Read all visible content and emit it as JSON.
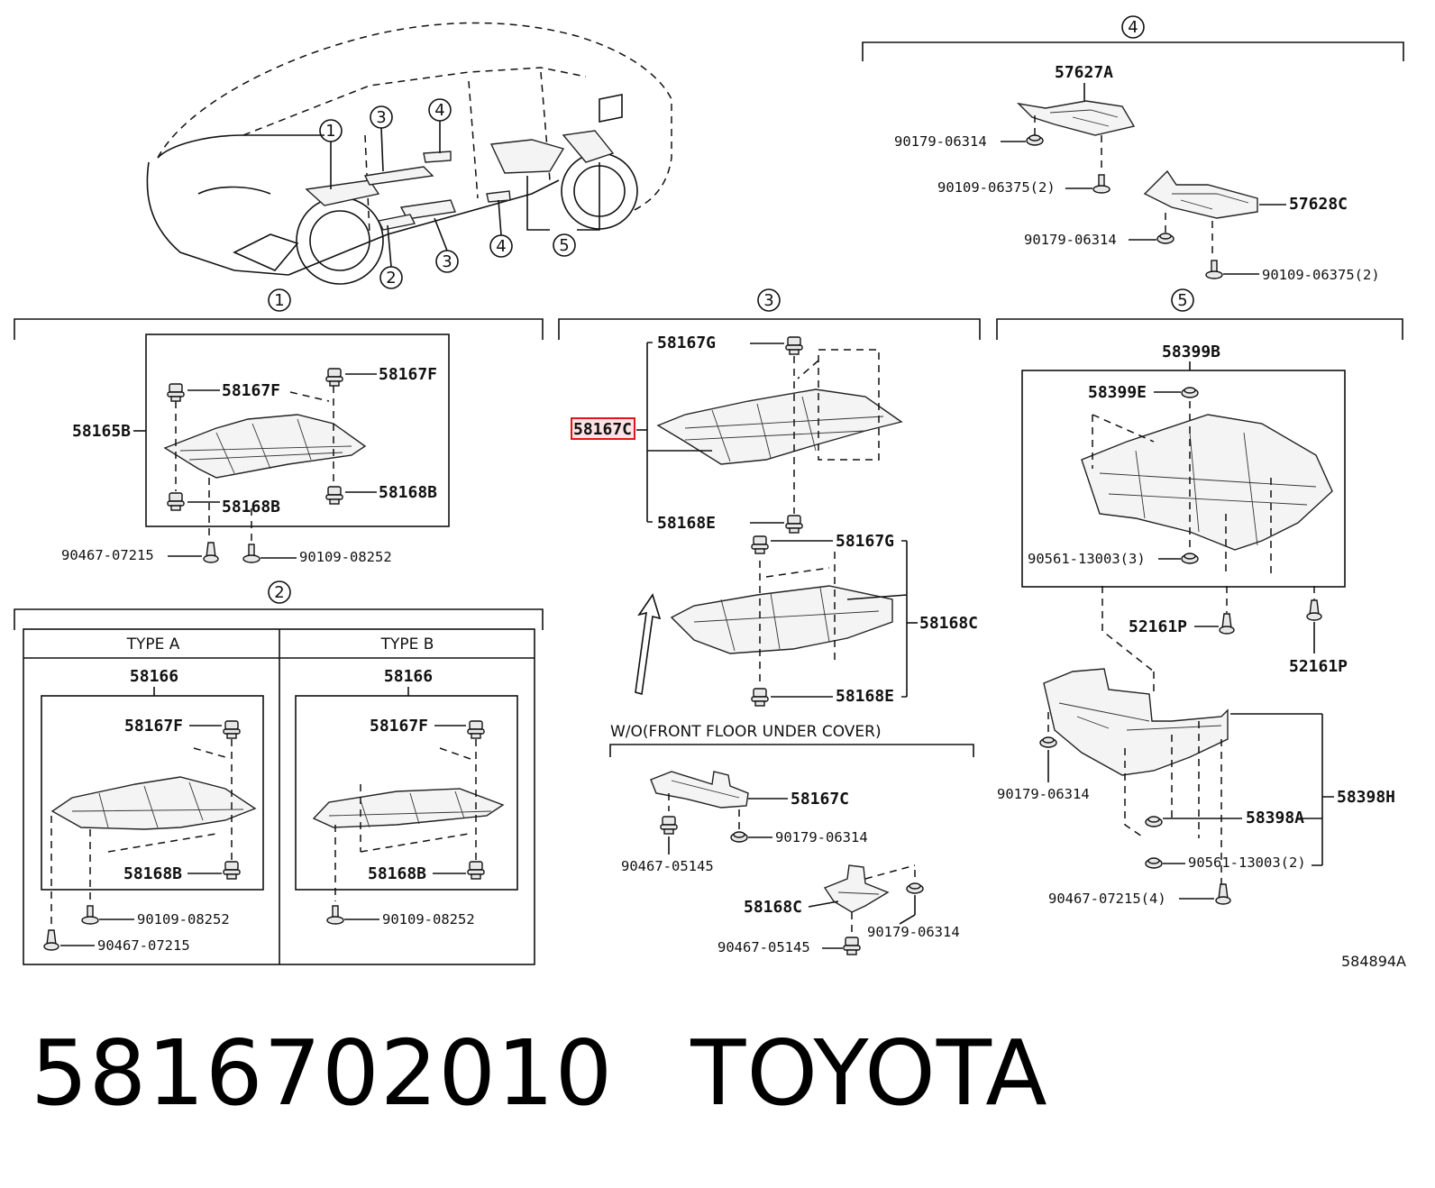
{
  "diagram_code": "584894A",
  "caption": {
    "part_number": "5816702010",
    "brand": "TOYOTA"
  },
  "car_callouts": [
    "1",
    "2",
    "3",
    "4",
    "3",
    "4",
    "5"
  ],
  "section_numbers": {
    "s1": "1",
    "s2": "2",
    "s3": "3",
    "s4": "4",
    "s5": "5"
  },
  "section1": {
    "labels": [
      "58165B",
      "58167F",
      "58167F",
      "58168B",
      "58168B",
      "90467-07215",
      "90109-08252"
    ]
  },
  "section2": {
    "type_a": "TYPE A",
    "type_b": "TYPE B",
    "labels_a": [
      "58166",
      "58167F",
      "58168B",
      "90109-08252",
      "90467-07215"
    ],
    "labels_b": [
      "58166",
      "58167F",
      "58168B",
      "90109-08252"
    ]
  },
  "section3": {
    "labels": [
      "58167G",
      "58167C",
      "58168E",
      "58167G",
      "58168C",
      "58168E"
    ],
    "wo_title": "W/O(FRONT FLOOR UNDER COVER)",
    "wo_labels": [
      "58167C",
      "90179-06314",
      "90467-05145",
      "58168C",
      "90179-06314",
      "90467-05145"
    ]
  },
  "section4": {
    "labels": [
      "57627A",
      "90179-06314",
      "90109-06375(2)",
      "57628C",
      "90179-06314",
      "90109-06375(2)"
    ]
  },
  "section5": {
    "labels": [
      "58399B",
      "58399E",
      "90561-13003(3)",
      "52161P",
      "52161P",
      "90179-06314",
      "58398H",
      "58398A",
      "90561-13003(2)",
      "90467-07215(4)"
    ]
  },
  "colors": {
    "line": "#111111",
    "highlight": "#e0161b",
    "highlight_fill": "#fde3e3"
  }
}
